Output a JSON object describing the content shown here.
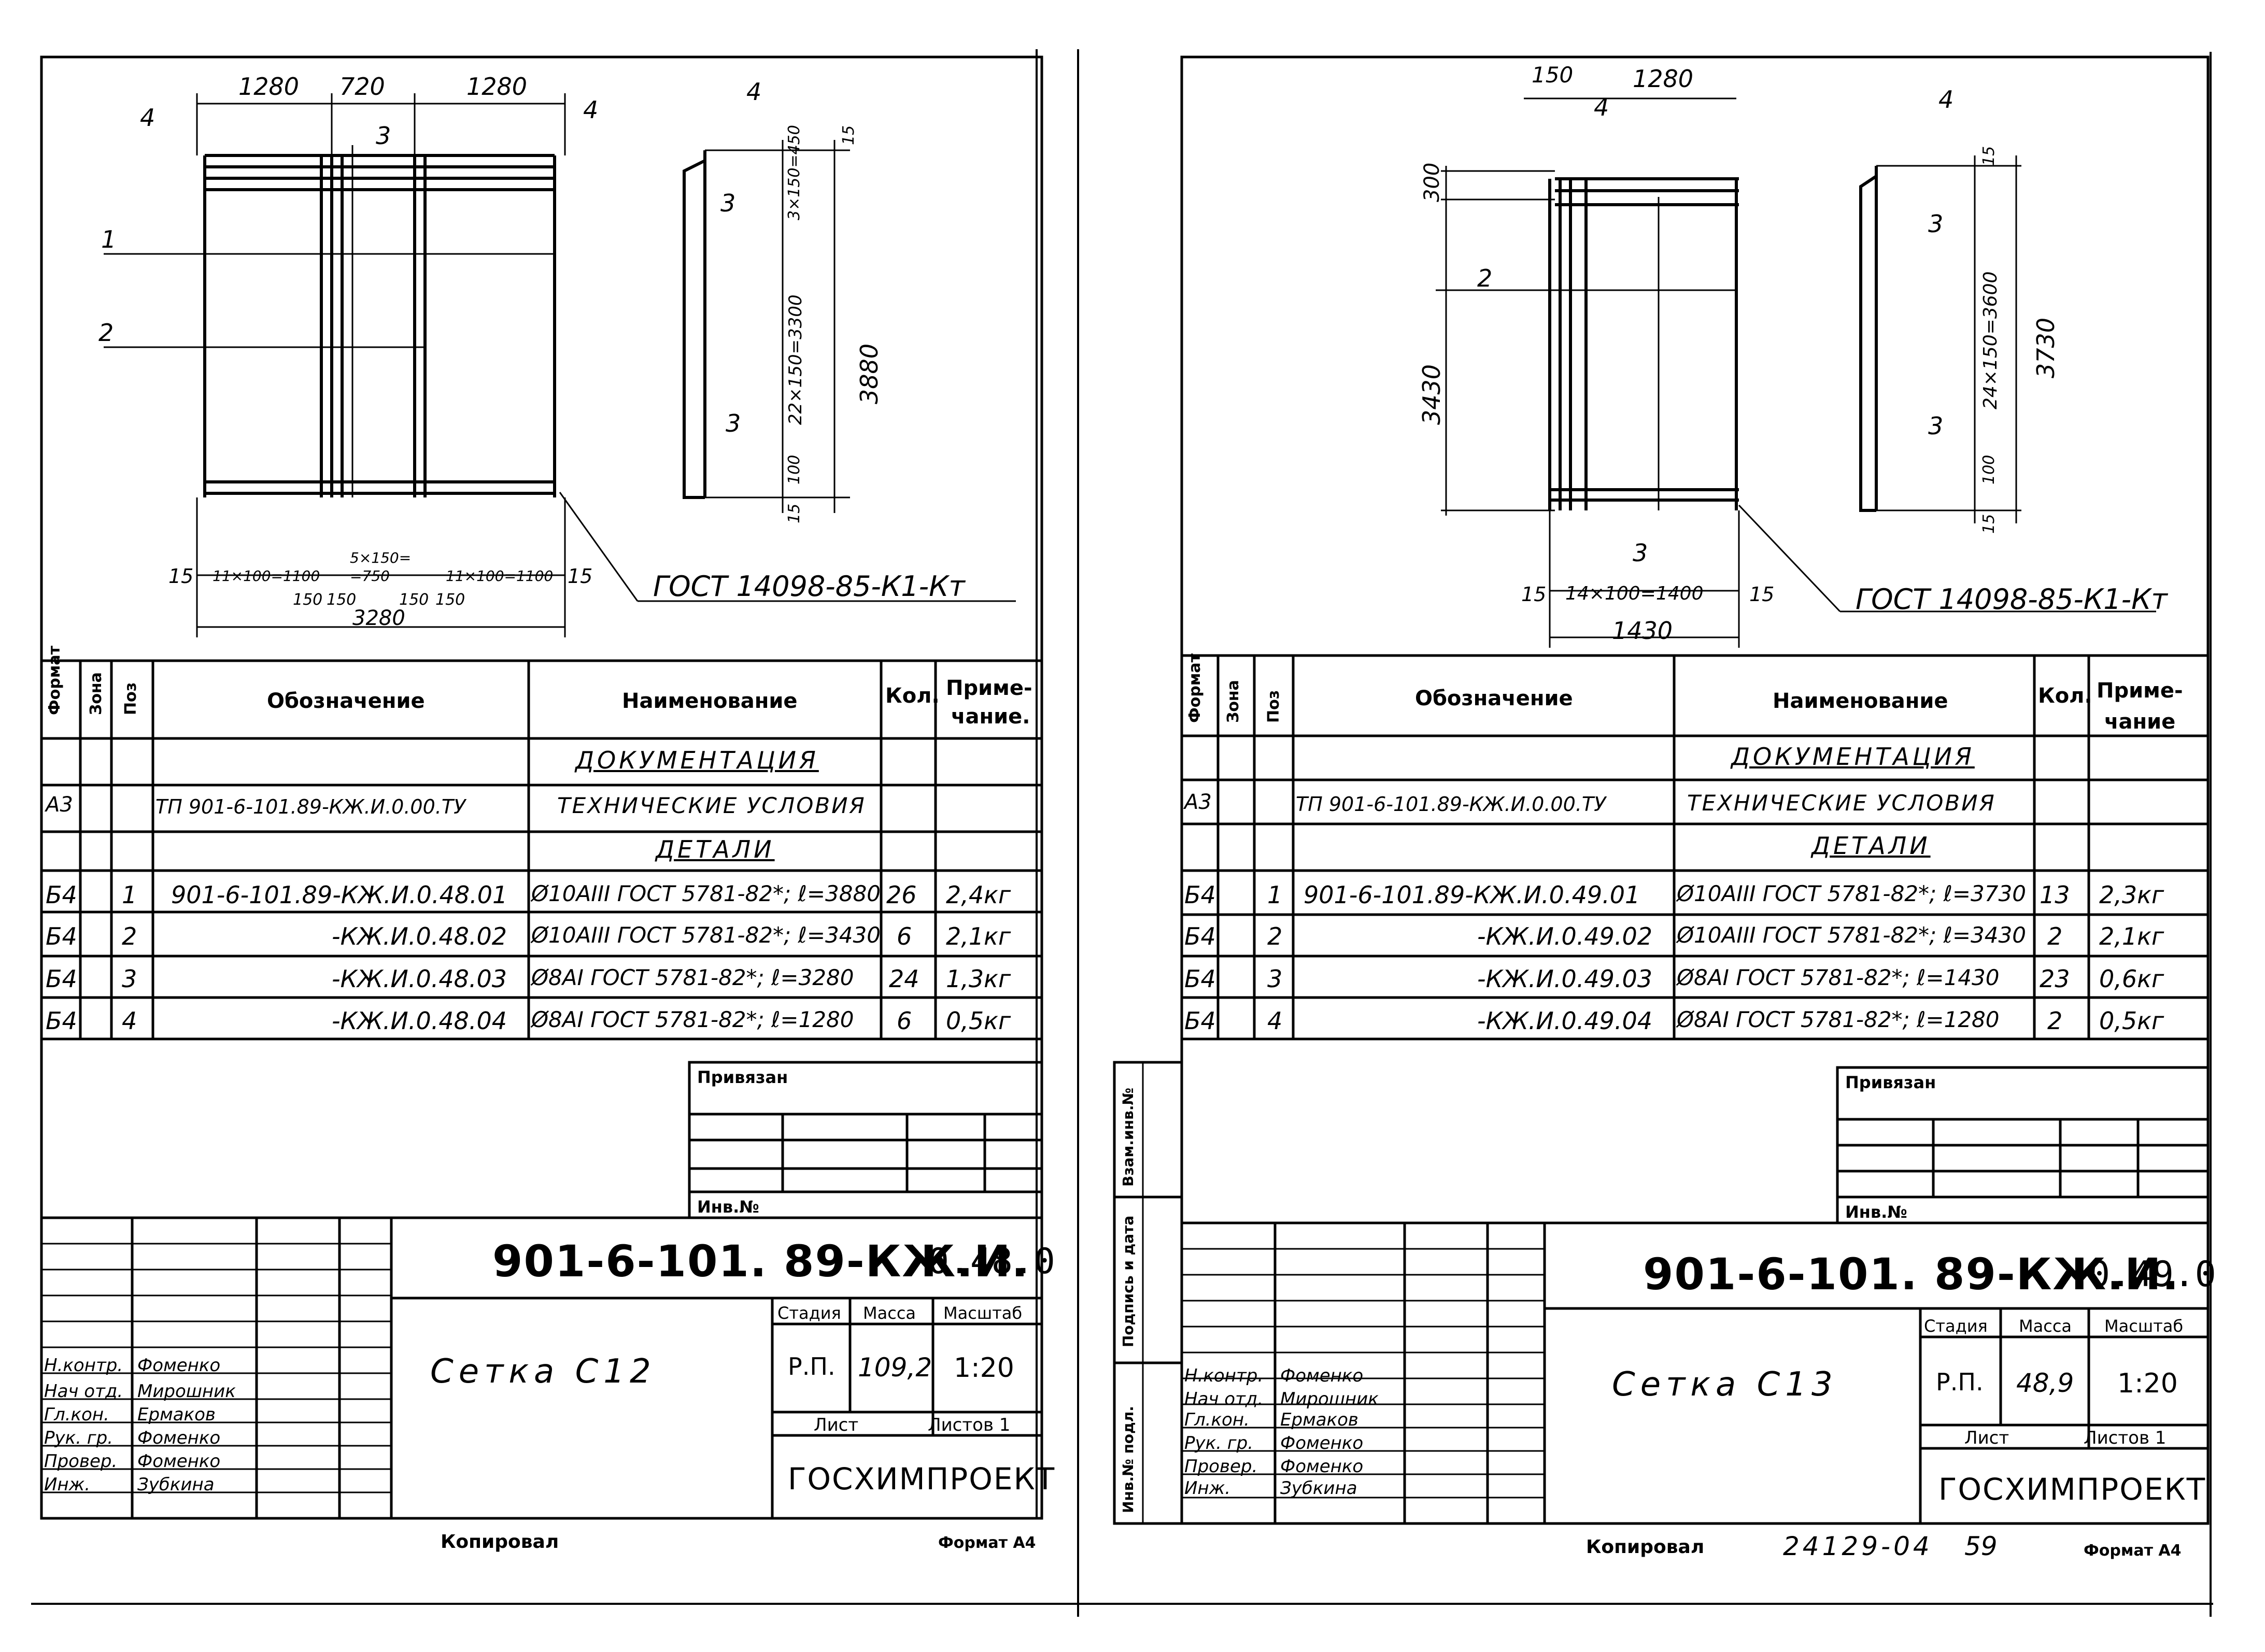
{
  "sheets": [
    {
      "drawing": {
        "dims_top": [
          "1280",
          "720",
          "1280"
        ],
        "callout_4": "4",
        "callout_3": "3",
        "callout_1": "1",
        "callout_2": "2",
        "side_dims": [
          "15",
          "3×150=450",
          "22×150=3300",
          "100",
          "15"
        ],
        "side_total": "3880",
        "bottom_dims": [
          "15",
          "11×100=1100",
          "5×150=",
          "=750",
          "11×100=1100",
          "15"
        ],
        "bottom_sub": [
          "150",
          "150",
          "150",
          "150"
        ],
        "bottom_total": "3280",
        "gost": "ГОСТ 14098-85-К1-Кт"
      },
      "table": {
        "headers": {
          "format": "Формат",
          "zone": "Зона",
          "pos": "Поз",
          "designation": "Обозначение",
          "name": "Наименование",
          "qty": "Кол.",
          "note_1": "Приме-",
          "note_2": "чание."
        },
        "section_docs": "ДОКУМЕНТАЦИЯ",
        "doc_row": {
          "format": "А3",
          "designation": "ТП 901-6-101.89-КЖ.И.0.00.ТУ",
          "name": "ТЕХНИЧЕСКИЕ УСЛОВИЯ"
        },
        "section_parts": "ДЕТАЛИ",
        "rows": [
          {
            "format": "Б4",
            "pos": "1",
            "designation": "901-6-101.89-КЖ.И.0.48.01",
            "name": "Ø10АIII ГОСТ 5781-82*; ℓ=3880",
            "qty": "26",
            "note": "2,4кг"
          },
          {
            "format": "Б4",
            "pos": "2",
            "designation": "-КЖ.И.0.48.02",
            "name": "Ø10АIII ГОСТ 5781-82*; ℓ=3430",
            "qty": "6",
            "note": "2,1кг"
          },
          {
            "format": "Б4",
            "pos": "3",
            "designation": "-КЖ.И.0.48.03",
            "name": "Ø8АI ГОСТ 5781-82*; ℓ=3280",
            "qty": "24",
            "note": "1,3кг"
          },
          {
            "format": "Б4",
            "pos": "4",
            "designation": "-КЖ.И.0.48.04",
            "name": "Ø8АI ГОСТ 5781-82*; ℓ=1280",
            "qty": "6",
            "note": "0,5кг"
          }
        ]
      },
      "privyazan": "Привязан",
      "inv_no": "Инв.№",
      "code": "901-6-101. 89-КЖ.И.",
      "code_num": "0.48.0",
      "title": "Сетка С12",
      "stage_h": "Стадия",
      "mass_h": "Масса",
      "scale_h": "Масштаб",
      "stage": "Р.П.",
      "mass": "109,2",
      "scale": "1:20",
      "sheet_h": "Лист",
      "sheets_h": "Листов 1",
      "org": "ГОСХИМПРОЕКТ",
      "signers": [
        {
          "role": "Н.контр.",
          "name": "Фоменко"
        },
        {
          "role": "Нач отд.",
          "name": "Мирошник"
        },
        {
          "role": "Гл.кон.",
          "name": "Ермаков"
        },
        {
          "role": "Рук. гр.",
          "name": "Фоменко"
        },
        {
          "role": "Провер.",
          "name": "Фоменко"
        },
        {
          "role": "Инж.",
          "name": "Зубкина"
        }
      ],
      "copied": "Копировал",
      "format": "Формат А4"
    },
    {
      "drawing": {
        "dims_top": [
          "150",
          "1280"
        ],
        "callout_4": "4",
        "callout_2": "2",
        "callout_3": "3",
        "left_dims": [
          "300",
          "3430"
        ],
        "side_dims": [
          "15",
          "24×150=3600",
          "100",
          "15"
        ],
        "side_total": "3730",
        "bottom_dims": [
          "15",
          "14×100=1400",
          "15"
        ],
        "bottom_total": "1430",
        "gost": "ГОСТ 14098-85-К1-Кт"
      },
      "table": {
        "headers": {
          "format": "Формат",
          "zone": "Зона",
          "pos": "Поз",
          "designation": "Обозначение",
          "name": "Наименование",
          "qty": "Кол.",
          "note_1": "Приме-",
          "note_2": "чание"
        },
        "section_docs": "ДОКУМЕНТАЦИЯ",
        "doc_row": {
          "format": "А3",
          "designation": "ТП 901-6-101.89-КЖ.И.0.00.ТУ",
          "name": "ТЕХНИЧЕСКИЕ УСЛОВИЯ"
        },
        "section_parts": "ДЕТАЛИ",
        "rows": [
          {
            "format": "Б4",
            "pos": "1",
            "designation": "901-6-101.89-КЖ.И.0.49.01",
            "name": "Ø10АIII ГОСТ 5781-82*; ℓ=3730",
            "qty": "13",
            "note": "2,3кг"
          },
          {
            "format": "Б4",
            "pos": "2",
            "designation": "-КЖ.И.0.49.02",
            "name": "Ø10АIII ГОСТ 5781-82*; ℓ=3430",
            "qty": "2",
            "note": "2,1кг"
          },
          {
            "format": "Б4",
            "pos": "3",
            "designation": "-КЖ.И.0.49.03",
            "name": "Ø8АI ГОСТ 5781-82*; ℓ=1430",
            "qty": "23",
            "note": "0,6кг"
          },
          {
            "format": "Б4",
            "pos": "4",
            "designation": "-КЖ.И.0.49.04",
            "name": "Ø8АI ГОСТ 5781-82*; ℓ=1280",
            "qty": "2",
            "note": "0,5кг"
          }
        ]
      },
      "privyazan": "Привязан",
      "inv_no": "Инв.№",
      "code": "901-6-101. 89-КЖ.И.",
      "code_num": "0.49.0",
      "title": "Сетка С13",
      "stage_h": "Стадия",
      "mass_h": "Масса",
      "scale_h": "Масштаб",
      "stage": "Р.П.",
      "mass": "48,9",
      "scale": "1:20",
      "sheet_h": "Лист",
      "sheets_h": "Листов 1",
      "org": "ГОСХИМПРОЕКТ",
      "signers": [
        {
          "role": "Н.контр.",
          "name": "Фоменко"
        },
        {
          "role": "Нач отд.",
          "name": "Мирошник"
        },
        {
          "role": "Гл.кон.",
          "name": "Ермаков"
        },
        {
          "role": "Рук. гр.",
          "name": "Фоменко"
        },
        {
          "role": "Провер.",
          "name": "Фоменко"
        },
        {
          "role": "Инж.",
          "name": "Зубкина"
        }
      ],
      "side_stamps": [
        "Взам.инв.№",
        "Подпись и дата",
        "Инв.№ подл."
      ],
      "copied": "Копировал",
      "stamp_num": "24129-04",
      "page_num": "59",
      "format": "Формат А4"
    }
  ]
}
